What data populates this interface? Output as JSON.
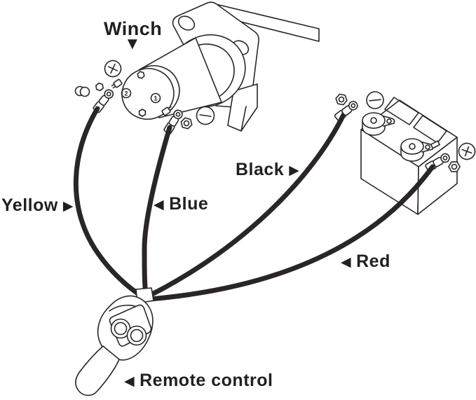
{
  "page": {
    "background": "#ffffff"
  },
  "diagram": {
    "line_color": "#2a2626",
    "text_color": "#231f20",
    "labels": {
      "winch": {
        "text": "Winch",
        "arrow": "▼"
      },
      "yellow": {
        "text": "Yellow",
        "arrow": "▶"
      },
      "blue": {
        "text": "Blue",
        "arrow": "◀"
      },
      "black": {
        "text": "Black",
        "arrow": "▶"
      },
      "red": {
        "text": "Red",
        "arrow": "◀"
      },
      "remote": {
        "text": "Remote control",
        "arrow": "◀"
      }
    },
    "wire_colors": {
      "yellow": "#f2d713",
      "blue": "#305fae",
      "black": "#151112",
      "red": "#d9202a"
    },
    "winch_terminal_markers": {
      "t1": "1",
      "t2": "2"
    }
  }
}
